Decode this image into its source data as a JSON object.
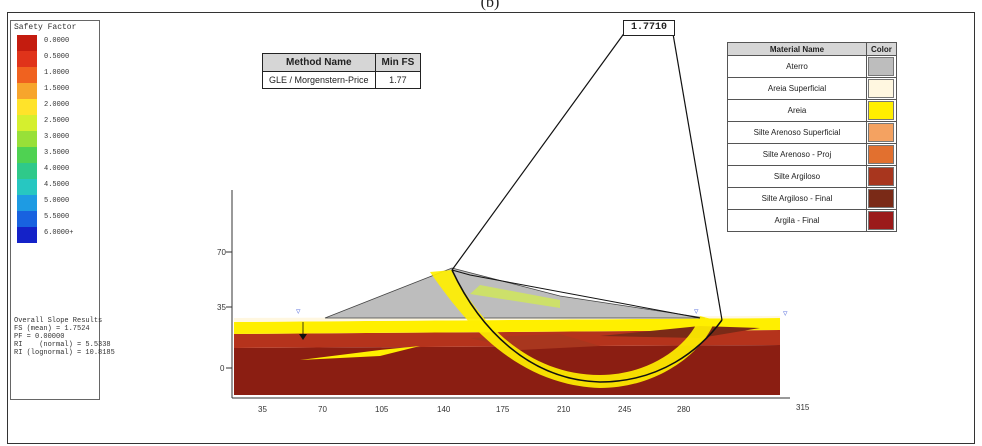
{
  "figure_label": "(b)",
  "legend": {
    "title": "Safety Factor",
    "items": [
      {
        "label": "0.0000",
        "color": "#c41c0f"
      },
      {
        "label": "0.5000",
        "color": "#e0331a"
      },
      {
        "label": "1.0000",
        "color": "#f0621f"
      },
      {
        "label": "1.5000",
        "color": "#f7a52c"
      },
      {
        "label": "2.0000",
        "color": "#ffe32a"
      },
      {
        "label": "2.5000",
        "color": "#d5ef2e"
      },
      {
        "label": "3.0000",
        "color": "#98e038"
      },
      {
        "label": "3.5000",
        "color": "#4fd252"
      },
      {
        "label": "4.0000",
        "color": "#2fc98a"
      },
      {
        "label": "4.5000",
        "color": "#27c7c1"
      },
      {
        "label": "5.0000",
        "color": "#1e9be3"
      },
      {
        "label": "5.5000",
        "color": "#1862e0"
      },
      {
        "label": "6.0000+",
        "color": "#1422c8"
      }
    ],
    "summary": "Overall Slope Results\nFS (mean) = 1.7524\nPF = 0.00000\nRI    (normal) = 5.5338\nRI (lognormal) = 10.8185"
  },
  "method_table": {
    "headers": [
      "Method Name",
      "Min FS"
    ],
    "row": [
      "GLE / Morgenstern-Price",
      "1.77"
    ]
  },
  "fs_label": "1.7710",
  "material_table": {
    "headers": [
      "Material Name",
      "Color"
    ],
    "rows": [
      {
        "name": "Aterro",
        "color": "#bdbdbd"
      },
      {
        "name": "Areia Superficial",
        "color": "#fff7e0"
      },
      {
        "name": "Areia",
        "color": "#ffef00"
      },
      {
        "name": "Silte Arenoso Superficial",
        "color": "#f4a261"
      },
      {
        "name": "Silte Arenoso - Proj",
        "color": "#e2702f"
      },
      {
        "name": "Silte Argiloso",
        "color": "#a8361e"
      },
      {
        "name": "Silte Argiloso - Final",
        "color": "#7a2a17"
      },
      {
        "name": "Argila - Final",
        "color": "#9b1a1a"
      }
    ]
  },
  "axes": {
    "x_ticks": [
      "35",
      "70",
      "105",
      "140",
      "175",
      "210",
      "245",
      "280",
      "315"
    ],
    "y_ticks": [
      "70",
      "35",
      "0"
    ]
  },
  "colors": {
    "fill": "#bdbdbd",
    "sand": "#ffef00",
    "clay": "#8b1e12",
    "silt": "#b5331c",
    "line": "#111111",
    "water_marker": "#6b7fe0"
  }
}
